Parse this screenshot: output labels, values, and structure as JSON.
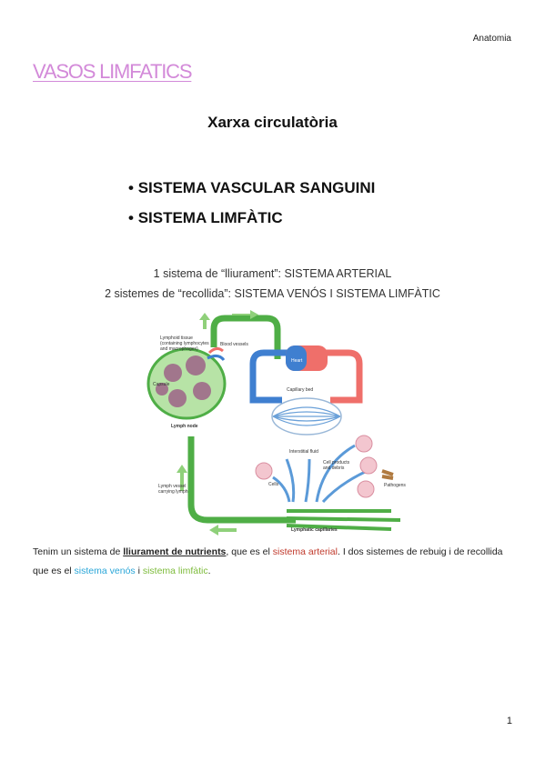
{
  "header": {
    "right_text": "Anatomia"
  },
  "title": "VASOS LIMFATICS",
  "subtitle": "Xarxa circulatòria",
  "bullets": [
    "SISTEMA VASCULAR SANGUINI",
    "SISTEMA LIMFÀTIC"
  ],
  "figure": {
    "caption_line1": "1 sistema de “lliurament”: SISTEMA ARTERIAL",
    "caption_line2": "2 sistemes de “recollida”: SISTEMA VENÓS I SISTEMA LIMFÀTIC",
    "labels": {
      "lymphoid_tissue": "Lymphoid tissue",
      "lymphoid_tissue_2": "(containing lymphocytes",
      "lymphoid_tissue_3": "and macrophages)",
      "blood_vessels": "Blood vessels",
      "capsule": "Capsule",
      "lymph_node": "Lymph node",
      "heart": "Heart",
      "capillary_bed": "Capillary bed",
      "interstitial_fluid": "Interstitial fluid",
      "cell_products": "Cell products",
      "cell_products_2": "and debris",
      "cells": "Cells",
      "pathogens": "Pathogens",
      "lymph_vessel": "Lymph vessel",
      "lymph_vessel_2": "carrying lymph",
      "lymphatic_capillaries": "Lymphatic capillaries"
    },
    "colors": {
      "lymph": "#4fae46",
      "lymph_light": "#8fd07a",
      "vein": "#3f7fd0",
      "artery": "#ef6f6a",
      "node": "#9b5a86"
    }
  },
  "body": {
    "p1": "Tenim un sistema de ",
    "p1_bold": "lliurament de nutrients",
    "p2": ", que es el ",
    "p2_red": "sistema arterial",
    "p3": ". I dos sistemes de rebuig i de recollida que es el ",
    "p3_blue": "sistema venós",
    "p4": " i ",
    "p4_green": "sistema limfàtic",
    "p5": "."
  },
  "page_number": "1"
}
